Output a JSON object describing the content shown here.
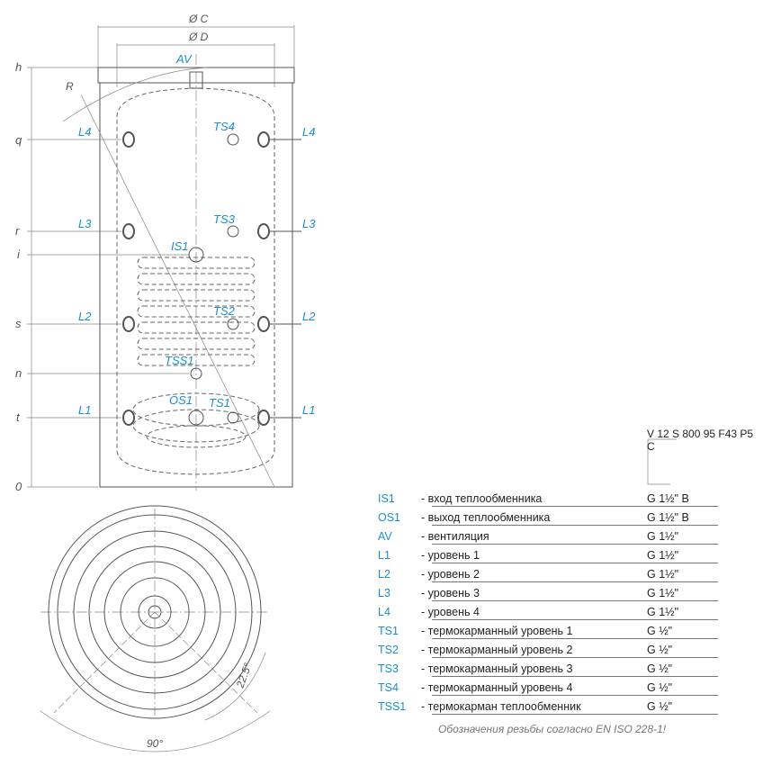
{
  "diagram": {
    "dimensions": {
      "outer_diameter": "Ø C",
      "inner_diameter": "Ø D",
      "radius": "R",
      "angle_small": "22.5°",
      "angle_large": "90°"
    },
    "axis_levels": [
      "h",
      "q",
      "r",
      "i",
      "s",
      "n",
      "t",
      "0"
    ],
    "ports": {
      "AV": "AV",
      "L4": "L4",
      "L3": "L3",
      "L2": "L2",
      "L1": "L1",
      "TS4": "TS4",
      "TS3": "TS3",
      "TS2": "TS2",
      "TS1": "TS1",
      "IS1": "IS1",
      "TSS1": "TSS1",
      "OS1": "OS1"
    }
  },
  "model_code": "V 12 S 800 95 F43 P5 C",
  "legend": [
    {
      "code": "IS1",
      "description": "- вход теплообменника",
      "thread": "G 1½\" В"
    },
    {
      "code": "OS1",
      "description": "- выход теплообменника",
      "thread": "G 1½\" В"
    },
    {
      "code": "AV",
      "description": "- вентиляция",
      "thread": "G 1½\""
    },
    {
      "code": "L1",
      "description": "- уровень 1",
      "thread": "G 1½\""
    },
    {
      "code": "L2",
      "description": "- уровень 2",
      "thread": "G 1½\""
    },
    {
      "code": "L3",
      "description": "- уровень 3",
      "thread": "G 1½\""
    },
    {
      "code": "L4",
      "description": "- уровень 4",
      "thread": "G 1½\""
    },
    {
      "code": "TS1",
      "description": "- термокарманный уровень 1",
      "thread": "G ½\""
    },
    {
      "code": "TS2",
      "description": "- термокарманный уровень 2",
      "thread": "G ½\""
    },
    {
      "code": "TS3",
      "description": "- термокарманный уровень 3",
      "thread": "G ½\""
    },
    {
      "code": "TS4",
      "description": "- термокарманный уровень 4",
      "thread": "G ½\""
    },
    {
      "code": "TSS1",
      "description": "- термокарман теплообменник",
      "thread": "G ½\""
    }
  ],
  "note": "Обозначения резьбы согласно EN ISO 228-1!",
  "colors": {
    "accent": "#1a8fc9",
    "line": "#555555"
  }
}
